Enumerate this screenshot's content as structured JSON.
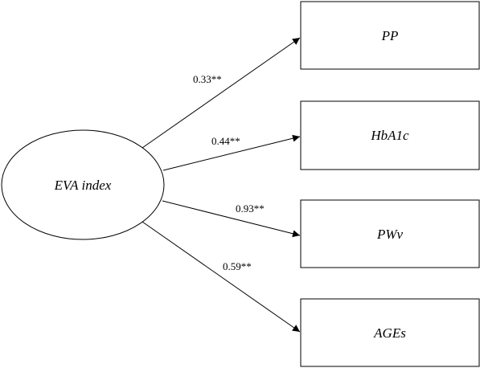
{
  "source_node": {
    "label": "EVA index"
  },
  "targets": [
    {
      "label": "PP",
      "coefficient": "0.33**"
    },
    {
      "label": "HbA1c",
      "coefficient": "0.44**"
    },
    {
      "label": "PWv",
      "coefficient": "0.93**"
    },
    {
      "label": "AGEs",
      "coefficient": "0.59**"
    }
  ],
  "colors": {
    "stroke": "#000000",
    "fill": "#ffffff",
    "text": "#000000"
  }
}
